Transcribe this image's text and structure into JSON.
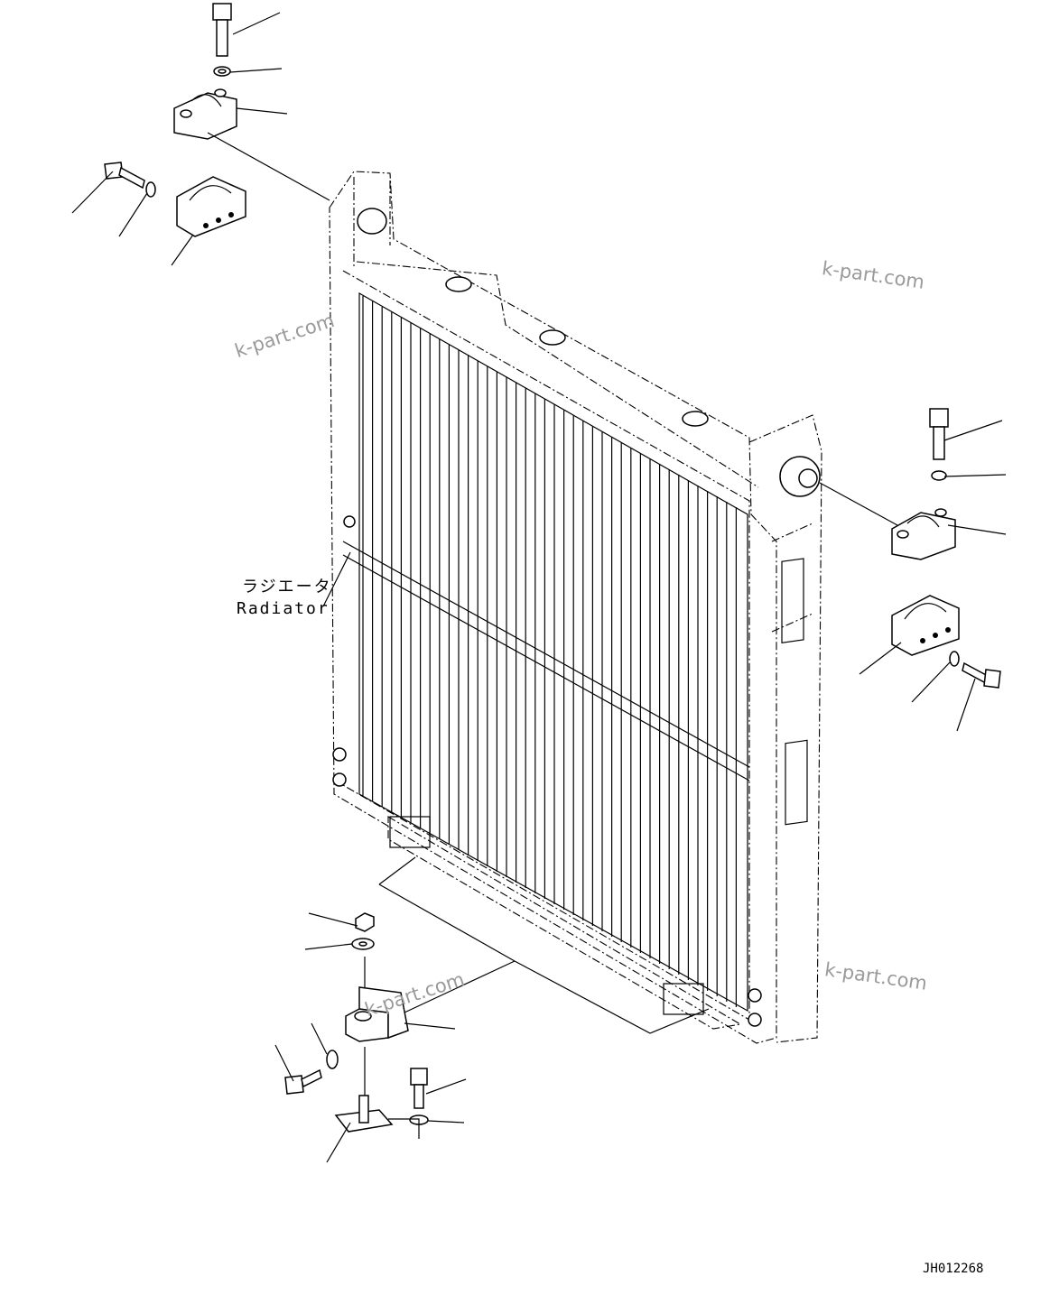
{
  "callout": {
    "label_jp": "ラジエータ",
    "label_en": "Radiator"
  },
  "watermarks": [
    "k-part.com",
    "k-part.com",
    "k-part.com",
    "k-part.com"
  ],
  "drawing_number": "JH012268"
}
